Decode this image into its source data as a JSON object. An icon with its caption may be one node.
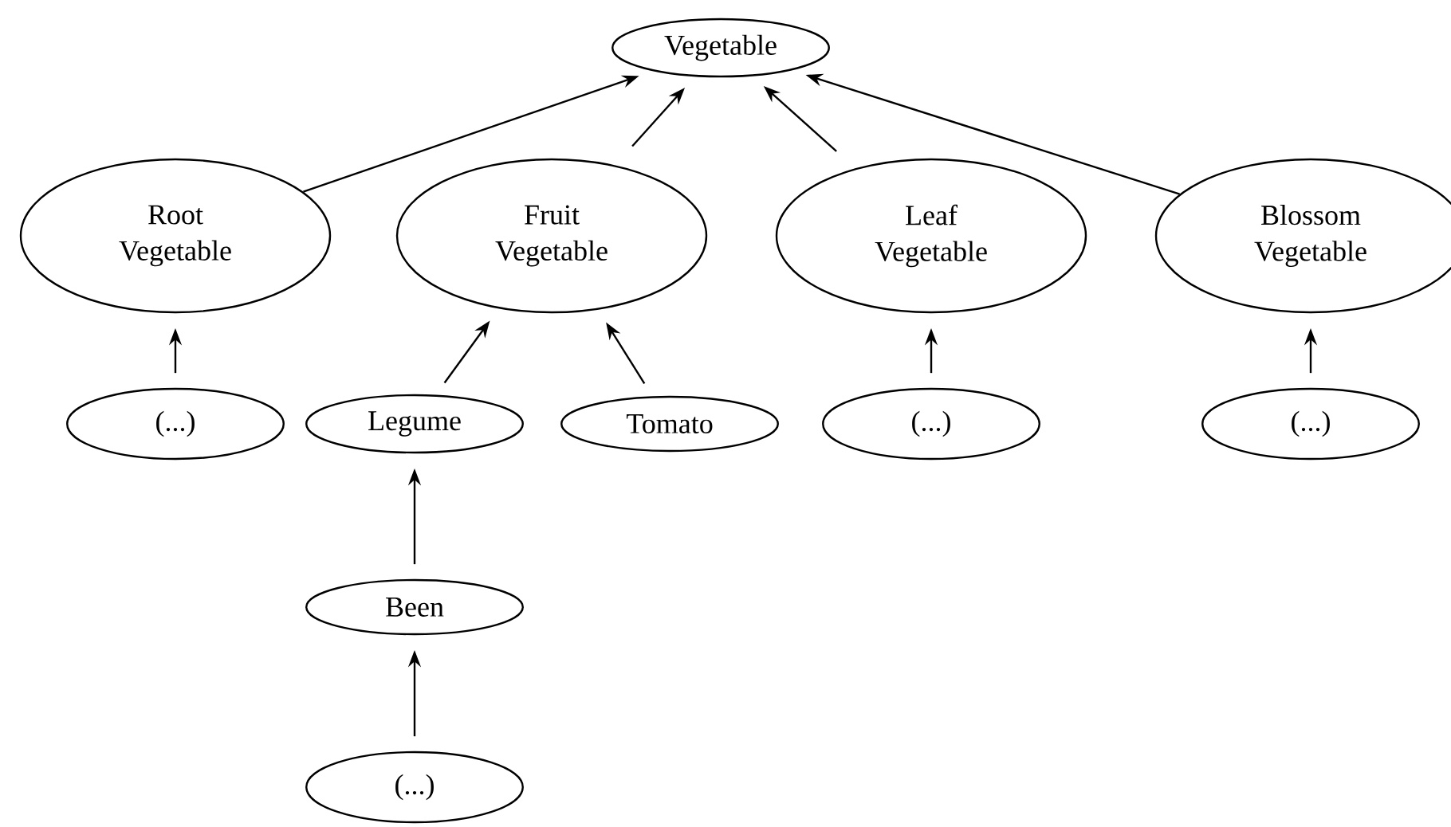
{
  "diagram": {
    "nodes": [
      {
        "text": [
          "Vegetable"
        ]
      },
      {
        "text": [
          "Root Vegetable"
        ]
      },
      {
        "text": [
          "Fruit Vegetable"
        ]
      },
      {
        "text": [
          "Leaf Vegetable"
        ]
      },
      {
        "text": [
          "Blossom Vegetable"
        ]
      },
      {
        "text": [
          "(...)"
        ]
      },
      {
        "text": [
          "Legume"
        ]
      },
      {
        "text": [
          "Tomato"
        ]
      },
      {
        "text": [
          "(...)"
        ]
      },
      {
        "text": [
          "(...)"
        ]
      },
      {
        "text": [
          "Been"
        ]
      },
      {
        "text": [
          "(...)"
        ]
      }
    ],
    "edges": [
      {
        "from": 1,
        "to": 0,
        "arrow": "to"
      },
      {
        "from": 2,
        "to": 0,
        "arrow": "to"
      },
      {
        "from": 3,
        "to": 0,
        "arrow": "to"
      },
      {
        "from": 4,
        "to": 0,
        "arrow": "to"
      },
      {
        "from": 5,
        "to": 1,
        "arrow": "to"
      },
      {
        "from": 6,
        "to": 2,
        "arrow": "to"
      },
      {
        "from": 7,
        "to": 2,
        "arrow": "to"
      },
      {
        "from": 8,
        "to": 3,
        "arrow": "to"
      },
      {
        "from": 9,
        "to": 4,
        "arrow": "to"
      },
      {
        "from": 10,
        "to": 6,
        "arrow": "to"
      },
      {
        "from": 11,
        "to": 10,
        "arrow": "to"
      }
    ]
  }
}
